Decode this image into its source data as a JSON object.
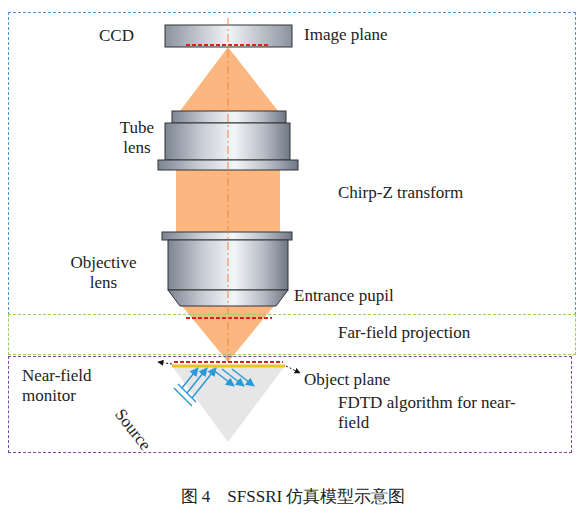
{
  "diagram": {
    "caption": "图 4　SFSSRI 仿真模型示意图",
    "nodes": [
      {
        "text": [
          "Chirp-Z transform"
        ]
      },
      {
        "text": [
          "Far-field projection"
        ]
      },
      {
        "text": [
          "FDTD algorithm for near-field"
        ]
      }
    ],
    "labels": [
      "CCD",
      "Image plane",
      "Tube lens",
      "Objective lens",
      "Entrance pupil",
      "Near-field monitor",
      "Object plane",
      "Source"
    ]
  }
}
